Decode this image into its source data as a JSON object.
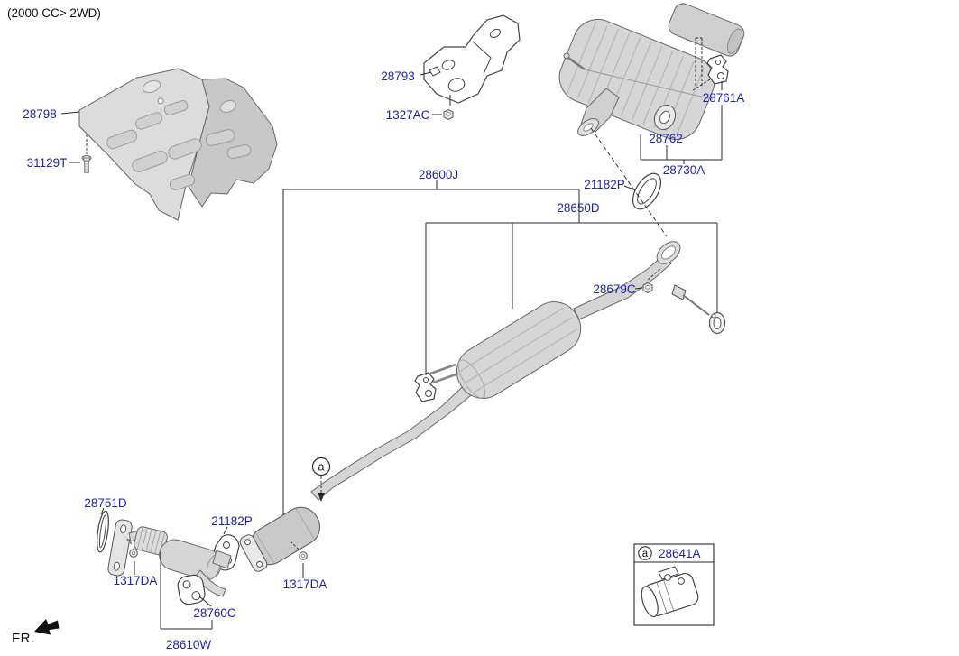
{
  "page": {
    "variant_title": "(2000 CC> 2WD)",
    "direction_label": "FR."
  },
  "callout": {
    "letter": "a"
  },
  "legend_box": {
    "callout_letter": "a",
    "part_number": "28641A"
  },
  "labels": {
    "heat_protector": "28798",
    "bolt_31129t": "31129T",
    "support_bracket": "28793",
    "nut_1327ac": "1327AC",
    "muffler_assy": "28600J",
    "hanger_28761a": "28761A",
    "insulator_28762": "28762",
    "rear_muffler": "28730A",
    "gasket_upper": "21182P",
    "center_muffler": "28650D",
    "nut_28679c": "28679C",
    "gasket_28751d": "28751D",
    "gasket_lower": "21182P",
    "bolt_1317da_left": "1317DA",
    "bolt_1317da_right": "1317DA",
    "hanger_28760c": "28760C",
    "front_pipe": "28610W"
  },
  "colors": {
    "label_blue": "#2222aa",
    "line_black": "#2a2a2a",
    "part_gray": "#d6d6d6",
    "background": "#ffffff"
  }
}
